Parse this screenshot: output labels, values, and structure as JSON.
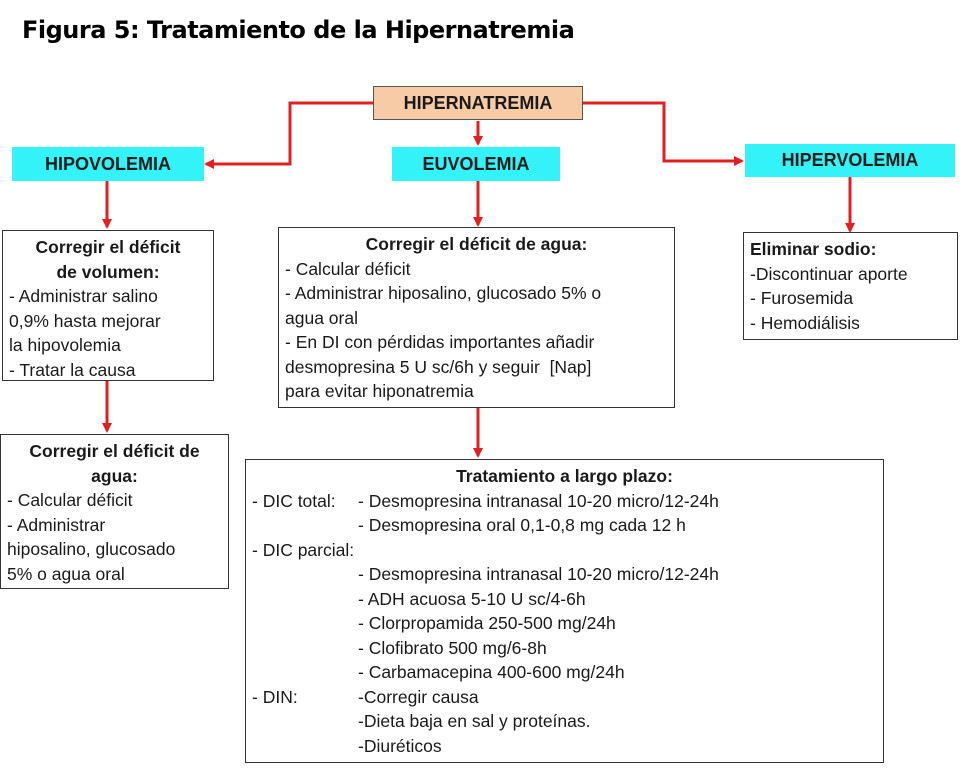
{
  "title": "Figura 5: Tratamiento de la Hipernatremia",
  "root": "HIPERNATREMIA",
  "hipovolemia": {
    "label": "HIPOVOLEMIA",
    "box1": {
      "heading": [
        "Corregir el déficit",
        "de volumen:"
      ],
      "lines": [
        "- Administrar salino",
        "0,9% hasta mejorar",
        "la hipovolemia",
        "- Tratar la causa"
      ]
    },
    "box2": {
      "heading": [
        "Corregir el déficit de",
        "agua:"
      ],
      "lines": [
        "- Calcular déficit",
        "- Administrar",
        "hiposalino, glucosado",
        "5% o agua oral"
      ]
    }
  },
  "euvolemia": {
    "label": "EUVOLEMIA",
    "box": {
      "heading": "Corregir el déficit de agua:",
      "lines": [
        "- Calcular déficit",
        "- Administrar hiposalino, glucosado 5% o",
        "agua oral",
        "- En DI con pérdidas importantes añadir",
        "desmopresina 5 U sc/6h y seguir  [Nap]",
        "para evitar hiponatremia"
      ]
    }
  },
  "hipervolemia": {
    "label": "HIPERVOLEMIA",
    "box": {
      "heading": "Eliminar sodio:",
      "lines": [
        "-Discontinuar aporte",
        "- Furosemida",
        "- Hemodiálisis"
      ]
    }
  },
  "largo_plazo": {
    "heading": "Tratamiento a largo plazo:",
    "dic_total": {
      "label": "- DIC total:",
      "items": [
        "- Desmopresina intranasal 10-20 micro/12-24h",
        "- Desmopresina oral 0,1-0,8 mg cada 12 h"
      ]
    },
    "dic_parcial": {
      "label": "- DIC parcial:",
      "items": [
        "- Desmopresina intranasal 10-20 micro/12-24h",
        "- ADH acuosa 5-10 U sc/4-6h",
        "- Clorpropamida 250-500 mg/24h",
        "- Clofibrato 500 mg/6-8h",
        "- Carbamacepina 400-600 mg/24h"
      ]
    },
    "din": {
      "label": "- DIN:",
      "items": [
        "-Corregir causa",
        "-Dieta baja en sal y proteínas.",
        "-Diuréticos"
      ]
    }
  },
  "colors": {
    "arrow": "#e02020",
    "category": "#33f3f8",
    "root": "#f8cba7"
  }
}
